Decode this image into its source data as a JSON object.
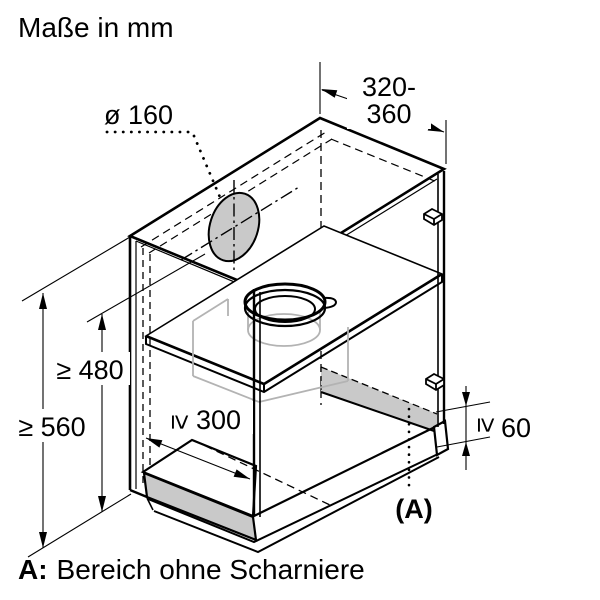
{
  "title": "Maße in mm",
  "caption": {
    "prefix": "A:",
    "text": "Bereich ohne Scharniere"
  },
  "colors": {
    "line": "#000000",
    "area_fill": "#c9c9c9",
    "appliance_line": "#b3b3b3",
    "background": "#ffffff"
  },
  "dims": {
    "hole": "ø 160",
    "depth_line1": "320-",
    "depth_line2": "360",
    "height_outer": "≥ 560",
    "height_inner": "≥ 480",
    "floor_depth_symbol": "≥",
    "floor_depth_value": "300",
    "hinge_free_symbol": "≥",
    "hinge_free_value": "60",
    "area": "(A)"
  }
}
